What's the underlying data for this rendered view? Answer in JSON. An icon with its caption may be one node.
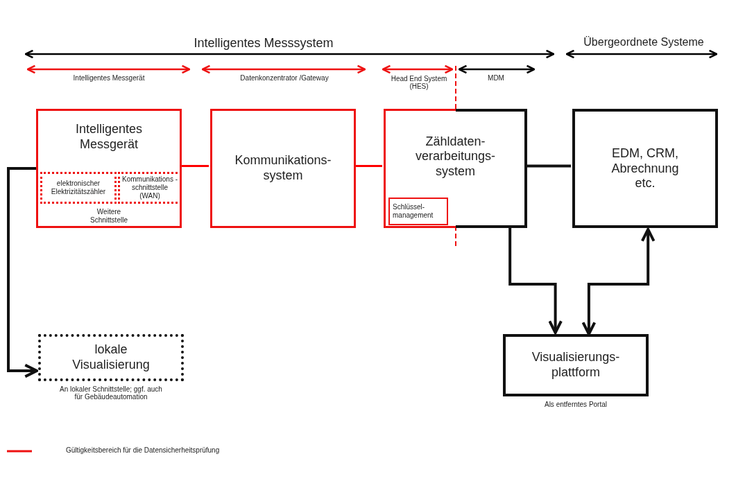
{
  "diagram": {
    "nodes": [
      {
        "text": [
          "Intelligentes Messgerät",
          "Weitere Schnittstelle"
        ]
      },
      {
        "text": [
          "elektronischer Elektrizitätszähler"
        ],
        "in": 0
      },
      {
        "text": [
          "Kommunikations -schnittstelle (WAN)"
        ],
        "in": 0
      },
      {
        "text": [
          "Kommunikations- system"
        ]
      },
      {
        "text": [
          "Zähldaten- verarbeitungs- system"
        ]
      },
      {
        "text": [
          "Schlüssel- management"
        ],
        "in": 4
      },
      {
        "text": [
          "EDM, CRM, Abrechnung etc."
        ]
      },
      {
        "text": [
          "lokale Visualisierung"
        ],
        "beside": [
          "An lokaler Schnittstelle; ggf. auch für Gebäudeautomation"
        ]
      },
      {
        "text": [
          "Visualisierungs- plattform"
        ],
        "beside": [
          "Als entferntes Portal"
        ]
      }
    ],
    "edges": [
      {
        "from": 0,
        "to": 3,
        "arrow": "none",
        "color": "#ff0000"
      },
      {
        "from": 3,
        "to": 4,
        "arrow": "none",
        "color": "#ff0000"
      },
      {
        "from": 4,
        "to": 6,
        "arrow": "none"
      },
      {
        "from": 0,
        "to": 7,
        "arrow": "to"
      },
      {
        "from": 4,
        "to": 8,
        "arrow": "to"
      },
      {
        "from": 8,
        "to": 6,
        "arrow": "both"
      }
    ],
    "labels": [
      "Intelligentes Messsystem",
      "Übergeordnete Systeme",
      "Intelligentes Messgerät",
      "Datenkonzentrator /Gateway",
      "Head End System (HES)",
      "MDM"
    ],
    "legend": [
      {
        "text": "Gültigkeitsbereich für die Datensicherheitsprüfung"
      }
    ]
  }
}
